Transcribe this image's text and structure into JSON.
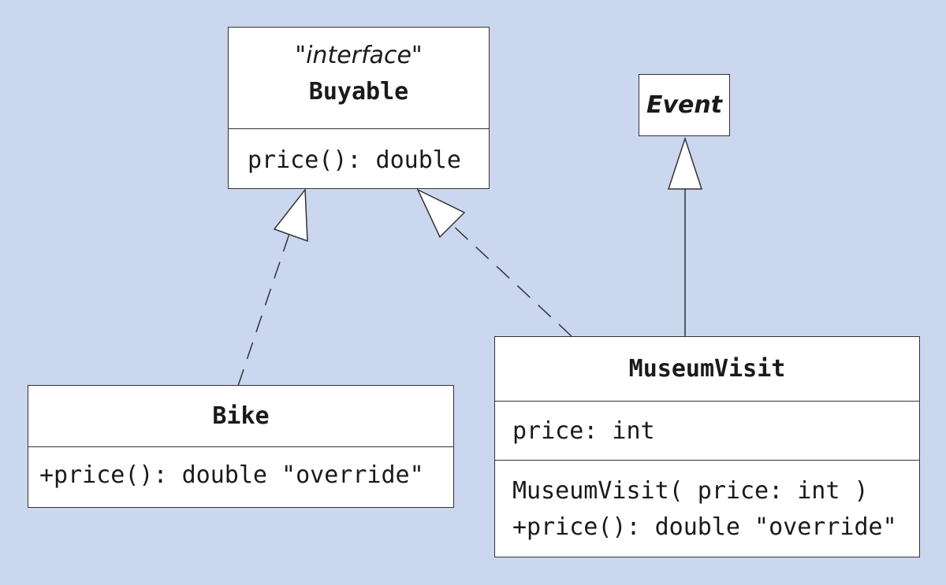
{
  "colors": {
    "background": "#cad7ee",
    "box_fill": "#ffffff",
    "stroke": "#333333"
  },
  "buyable": {
    "stereotype": "\"interface\"",
    "name": "Buyable",
    "operations": [
      "price(): double"
    ]
  },
  "event": {
    "name": "Event"
  },
  "bike": {
    "name": "Bike",
    "operations": [
      "+price(): double \"override\""
    ]
  },
  "museum_visit": {
    "name": "MuseumVisit",
    "attributes": [
      "price: int"
    ],
    "operations": [
      "MuseumVisit( price: int )",
      "+price(): double \"override\""
    ]
  },
  "relations": [
    {
      "from": "Bike",
      "to": "Buyable",
      "kind": "realization"
    },
    {
      "from": "MuseumVisit",
      "to": "Buyable",
      "kind": "realization"
    },
    {
      "from": "MuseumVisit",
      "to": "Event",
      "kind": "generalization"
    }
  ]
}
